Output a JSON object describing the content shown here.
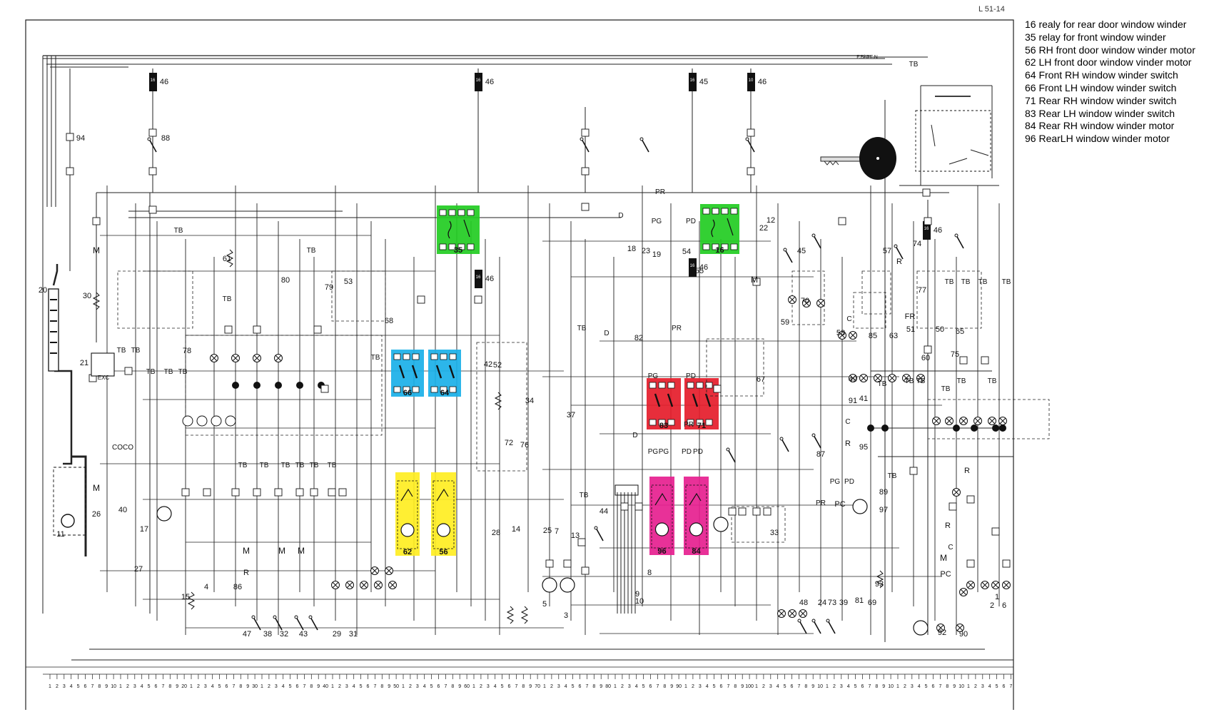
{
  "diagram": {
    "reference": "L 51-14",
    "legend": [
      "16 realy for rear door window winder",
      "35  relay for front window winder",
      "56 RH front door window winder motor",
      "62 LH front door window vinder motor",
      "64 Front RH window winder switch",
      "66 Front LH window winder switch",
      "71 Rear RH window winder switch",
      "83 Rear LH window winder switch",
      "84 Rear RH window winder motor",
      "96 RearLH  window winder motor"
    ],
    "highlights": [
      {
        "label": "35",
        "color": "#22cc22"
      },
      {
        "label": "16",
        "color": "#22cc22"
      },
      {
        "label": "66",
        "color": "#1ab0e8"
      },
      {
        "label": "64",
        "color": "#1ab0e8"
      },
      {
        "label": "83",
        "color": "#e51c2a"
      },
      {
        "label": "71",
        "color": "#e51c2a"
      },
      {
        "label": "62",
        "color": "#ffee22"
      },
      {
        "label": "56",
        "color": "#ffee22"
      },
      {
        "label": "84",
        "color": "#e6208f"
      }
    ],
    "fuses": [
      {
        "name": "46",
        "rating": "16 A"
      },
      {
        "name": "46",
        "rating": "16 A"
      },
      {
        "name": "46",
        "rating": "16 A"
      },
      {
        "name": "45",
        "rating": "16 A"
      },
      {
        "name": "46",
        "rating": "16 A"
      },
      {
        "name": "46",
        "rating": "10 A"
      },
      {
        "name": "46",
        "rating": "16 A"
      }
    ],
    "labels": {
      "tb": "TB",
      "pr": "PR",
      "pg": "PG",
      "pd": "PD",
      "pc": "PC",
      "d": "D",
      "m": "M",
      "r": "R",
      "c": "C",
      "fr": "FR",
      "exc": "EXC",
      "coco": "COCO",
      "fbi_fn": "F.Bi J F.N"
    },
    "component_numbers": [
      "20",
      "30",
      "21",
      "11",
      "26",
      "40",
      "27",
      "17",
      "15",
      "4",
      "86",
      "47",
      "38",
      "32",
      "43",
      "29",
      "31",
      "94",
      "88",
      "61",
      "78",
      "79",
      "80",
      "53",
      "68",
      "44",
      "13",
      "14",
      "34",
      "37",
      "72",
      "76",
      "52",
      "42",
      "5",
      "3",
      "28",
      "25",
      "7",
      "18",
      "19",
      "23",
      "82",
      "8",
      "9",
      "10",
      "22",
      "12",
      "59",
      "67",
      "33",
      "54",
      "55",
      "70",
      "45",
      "58",
      "49",
      "41",
      "91",
      "95",
      "87",
      "73",
      "24",
      "48",
      "39",
      "81",
      "69",
      "93",
      "89",
      "97",
      "85",
      "63",
      "57",
      "74",
      "77",
      "51",
      "50",
      "60",
      "75",
      "65",
      "92",
      "90",
      "2",
      "1",
      "6"
    ],
    "ruler_numbers": [
      "1",
      "2",
      "3",
      "4",
      "5",
      "6",
      "7",
      "8",
      "9",
      "10",
      "20",
      "30",
      "40",
      "50",
      "60",
      "70",
      "80",
      "90",
      "100"
    ]
  }
}
